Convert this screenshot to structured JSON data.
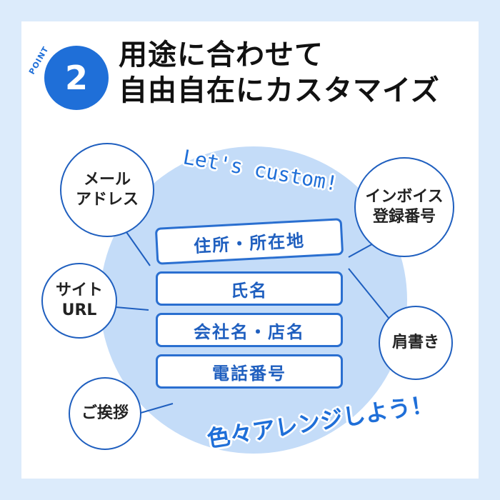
{
  "badge": {
    "label": "POINT",
    "number": "2"
  },
  "title": {
    "line1": "用途に合わせて",
    "line2": "自由自在にカスタマイズ"
  },
  "slogan": "Let's custom!",
  "fields": [
    "住所・所在地",
    "氏名",
    "会社名・店名",
    "電話番号"
  ],
  "bubbles": {
    "mail": "メール\nアドレス",
    "invoice": "インボイス\n登録番号",
    "site": "サイト\nURL",
    "title": "肩書き",
    "greeting": "ご挨拶"
  },
  "footer": "色々アレンジしよう！",
  "colors": {
    "accent": "#1f6fd8",
    "background": "#dcebfb",
    "circle": "#c4dcf8"
  }
}
